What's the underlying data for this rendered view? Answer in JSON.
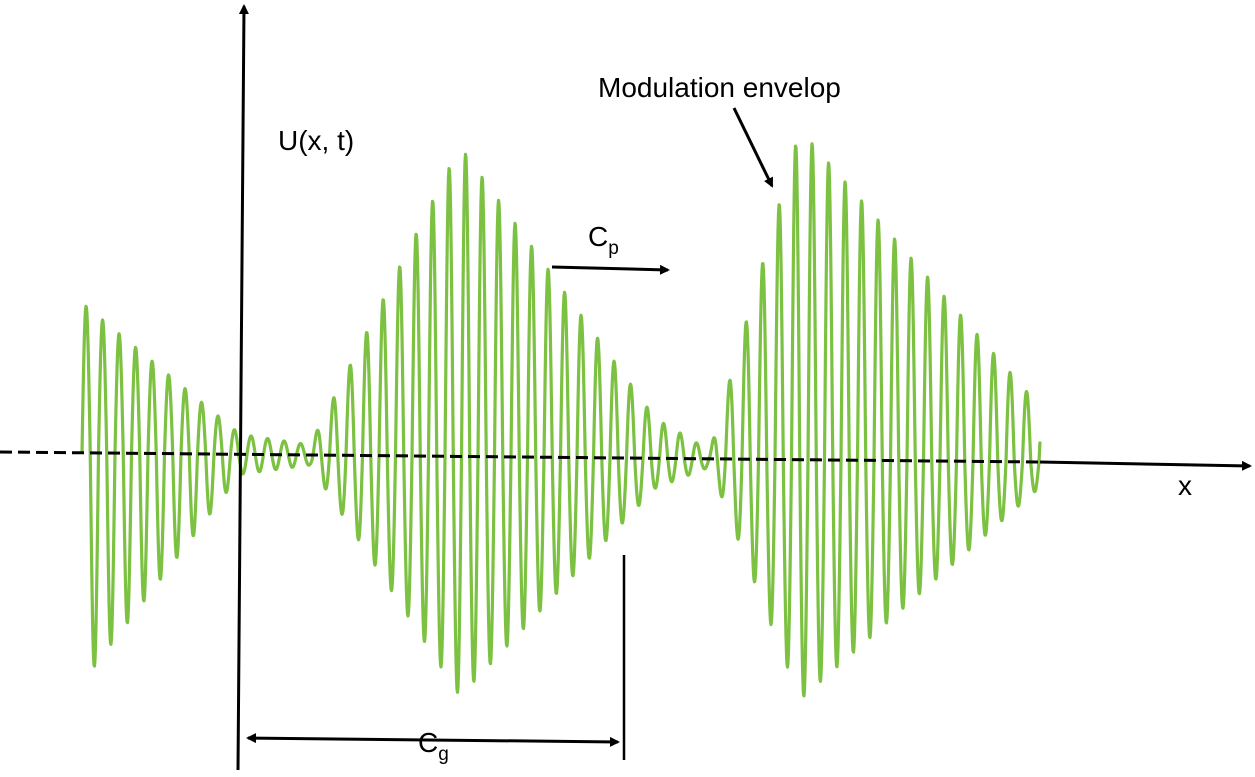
{
  "labels": {
    "u_axis": "U(x, t)",
    "x_axis": "x",
    "cp_base": "C",
    "cp_sub": "p",
    "cg_base": "C",
    "cg_sub": "g",
    "envelope_note": "Modulation envelop"
  },
  "colors": {
    "wave": "#7cc142",
    "axis": "#000000",
    "background": "#ffffff"
  }
}
